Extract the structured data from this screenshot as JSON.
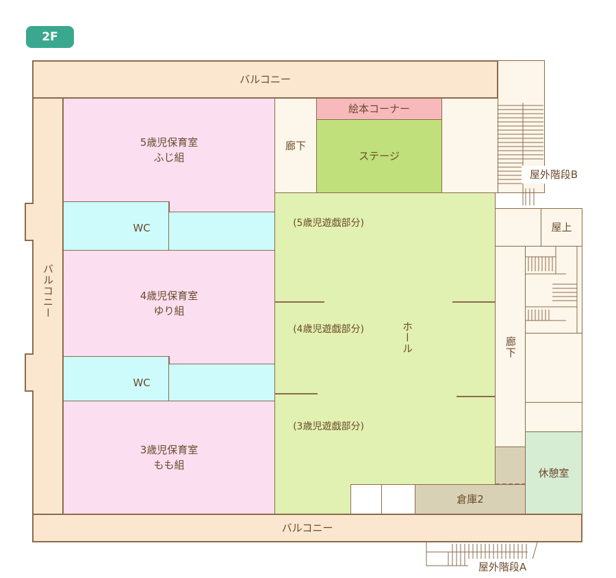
{
  "floor_badge": "2F",
  "labels": {
    "balcony_top": "バルコニー",
    "balcony_left": "バルコニー",
    "balcony_bottom": "バルコニー",
    "room_5": "5歳児保育室\nふじ組",
    "room_4": "4歳児保育室\nゆり組",
    "room_3": "3歳児保育室\nもも組",
    "wc_1": "WC",
    "wc_2": "WC",
    "corridor_top": "廊下",
    "ehon_corner": "絵本コーナー",
    "stage": "ステージ",
    "play_5": "(5歳児遊戯部分)",
    "play_4": "(4歳児遊戯部分)",
    "play_3": "(3歳児遊戯部分)",
    "hall": "ホール",
    "corridor_right": "廊下",
    "stairs_b": "屋外階段B",
    "rooftop": "屋上",
    "rest_room": "休憩室",
    "storage_2": "倉庫2",
    "stairs_a": "屋外階段A"
  },
  "colors": {
    "badge": "#3aa88f",
    "balcony": "#fbe7cf",
    "classroom": "#fbdff0",
    "wc": "#cdfbfb",
    "hall": "#e1f1b1",
    "stage": "#bfe07a",
    "ehon_corner": "#f8b9bd",
    "storage": "#d9d1b6",
    "rest_room": "#d6edd4",
    "wall": "#8a6a4c"
  }
}
